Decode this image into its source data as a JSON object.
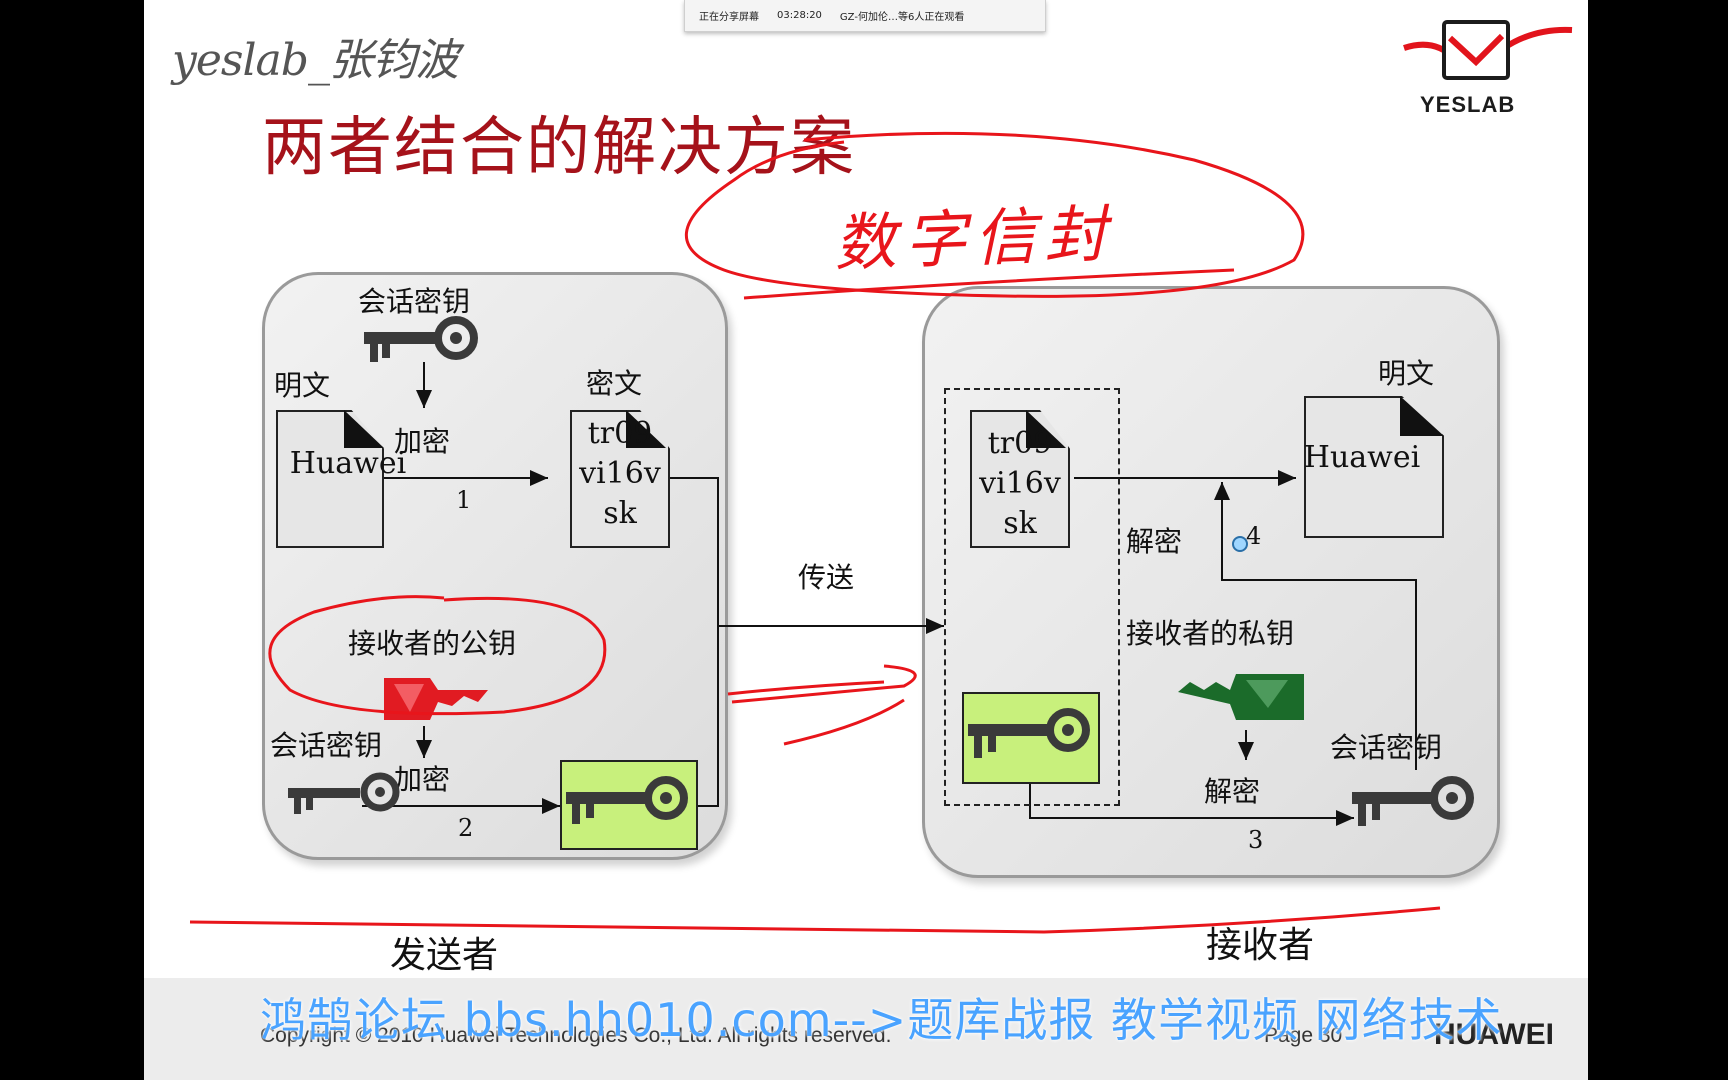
{
  "share_bar": {
    "status": "正在分享屏幕",
    "time": "03:28:20",
    "viewers": "GZ-何加伦…等6人正在观看"
  },
  "watermark": "yeslab_张钧波",
  "title": "两者结合的解决方案",
  "logo_text": "YESLAB",
  "handwritten_note": "数字信封",
  "sender": {
    "role_label": "发送者",
    "session_key_label_top": "会话密钥",
    "plaintext_label": "明文",
    "plaintext_content": "Huawei",
    "encrypt_label_1": "加密",
    "step_1": "1",
    "ciphertext_label": "密文",
    "ciphertext_lines": [
      "tr09",
      "vi16v",
      "sk"
    ],
    "receiver_public_key_label": "接收者的公钥",
    "session_key_label_bottom": "会话密钥",
    "encrypt_label_2": "加密",
    "step_2": "2"
  },
  "transfer_label": "传送",
  "receiver": {
    "role_label": "接收者",
    "plaintext_label": "明文",
    "plaintext_content": "Huawei",
    "ciphertext_lines": [
      "tr09",
      "vi16v",
      "sk"
    ],
    "decrypt_label_1": "解密",
    "step_4": "4",
    "receiver_private_key_label": "接收者的私钥",
    "decrypt_label_2": "解密",
    "session_key_label": "会话密钥",
    "step_3": "3"
  },
  "footer": {
    "copyright": "Copyright © 2010 Huawei Technologies Co., Ltd. All rights reserved.",
    "page": "Page 30",
    "brand": "HUAWEI",
    "banner": "鸿鹄论坛 bbs.hh010.com-->题库战报 教学视频 网络技术"
  },
  "colors": {
    "title": "#a5121a",
    "annotation": "#e8151b",
    "green_box": "#c8f07c",
    "banner": "#4aa3ff"
  }
}
